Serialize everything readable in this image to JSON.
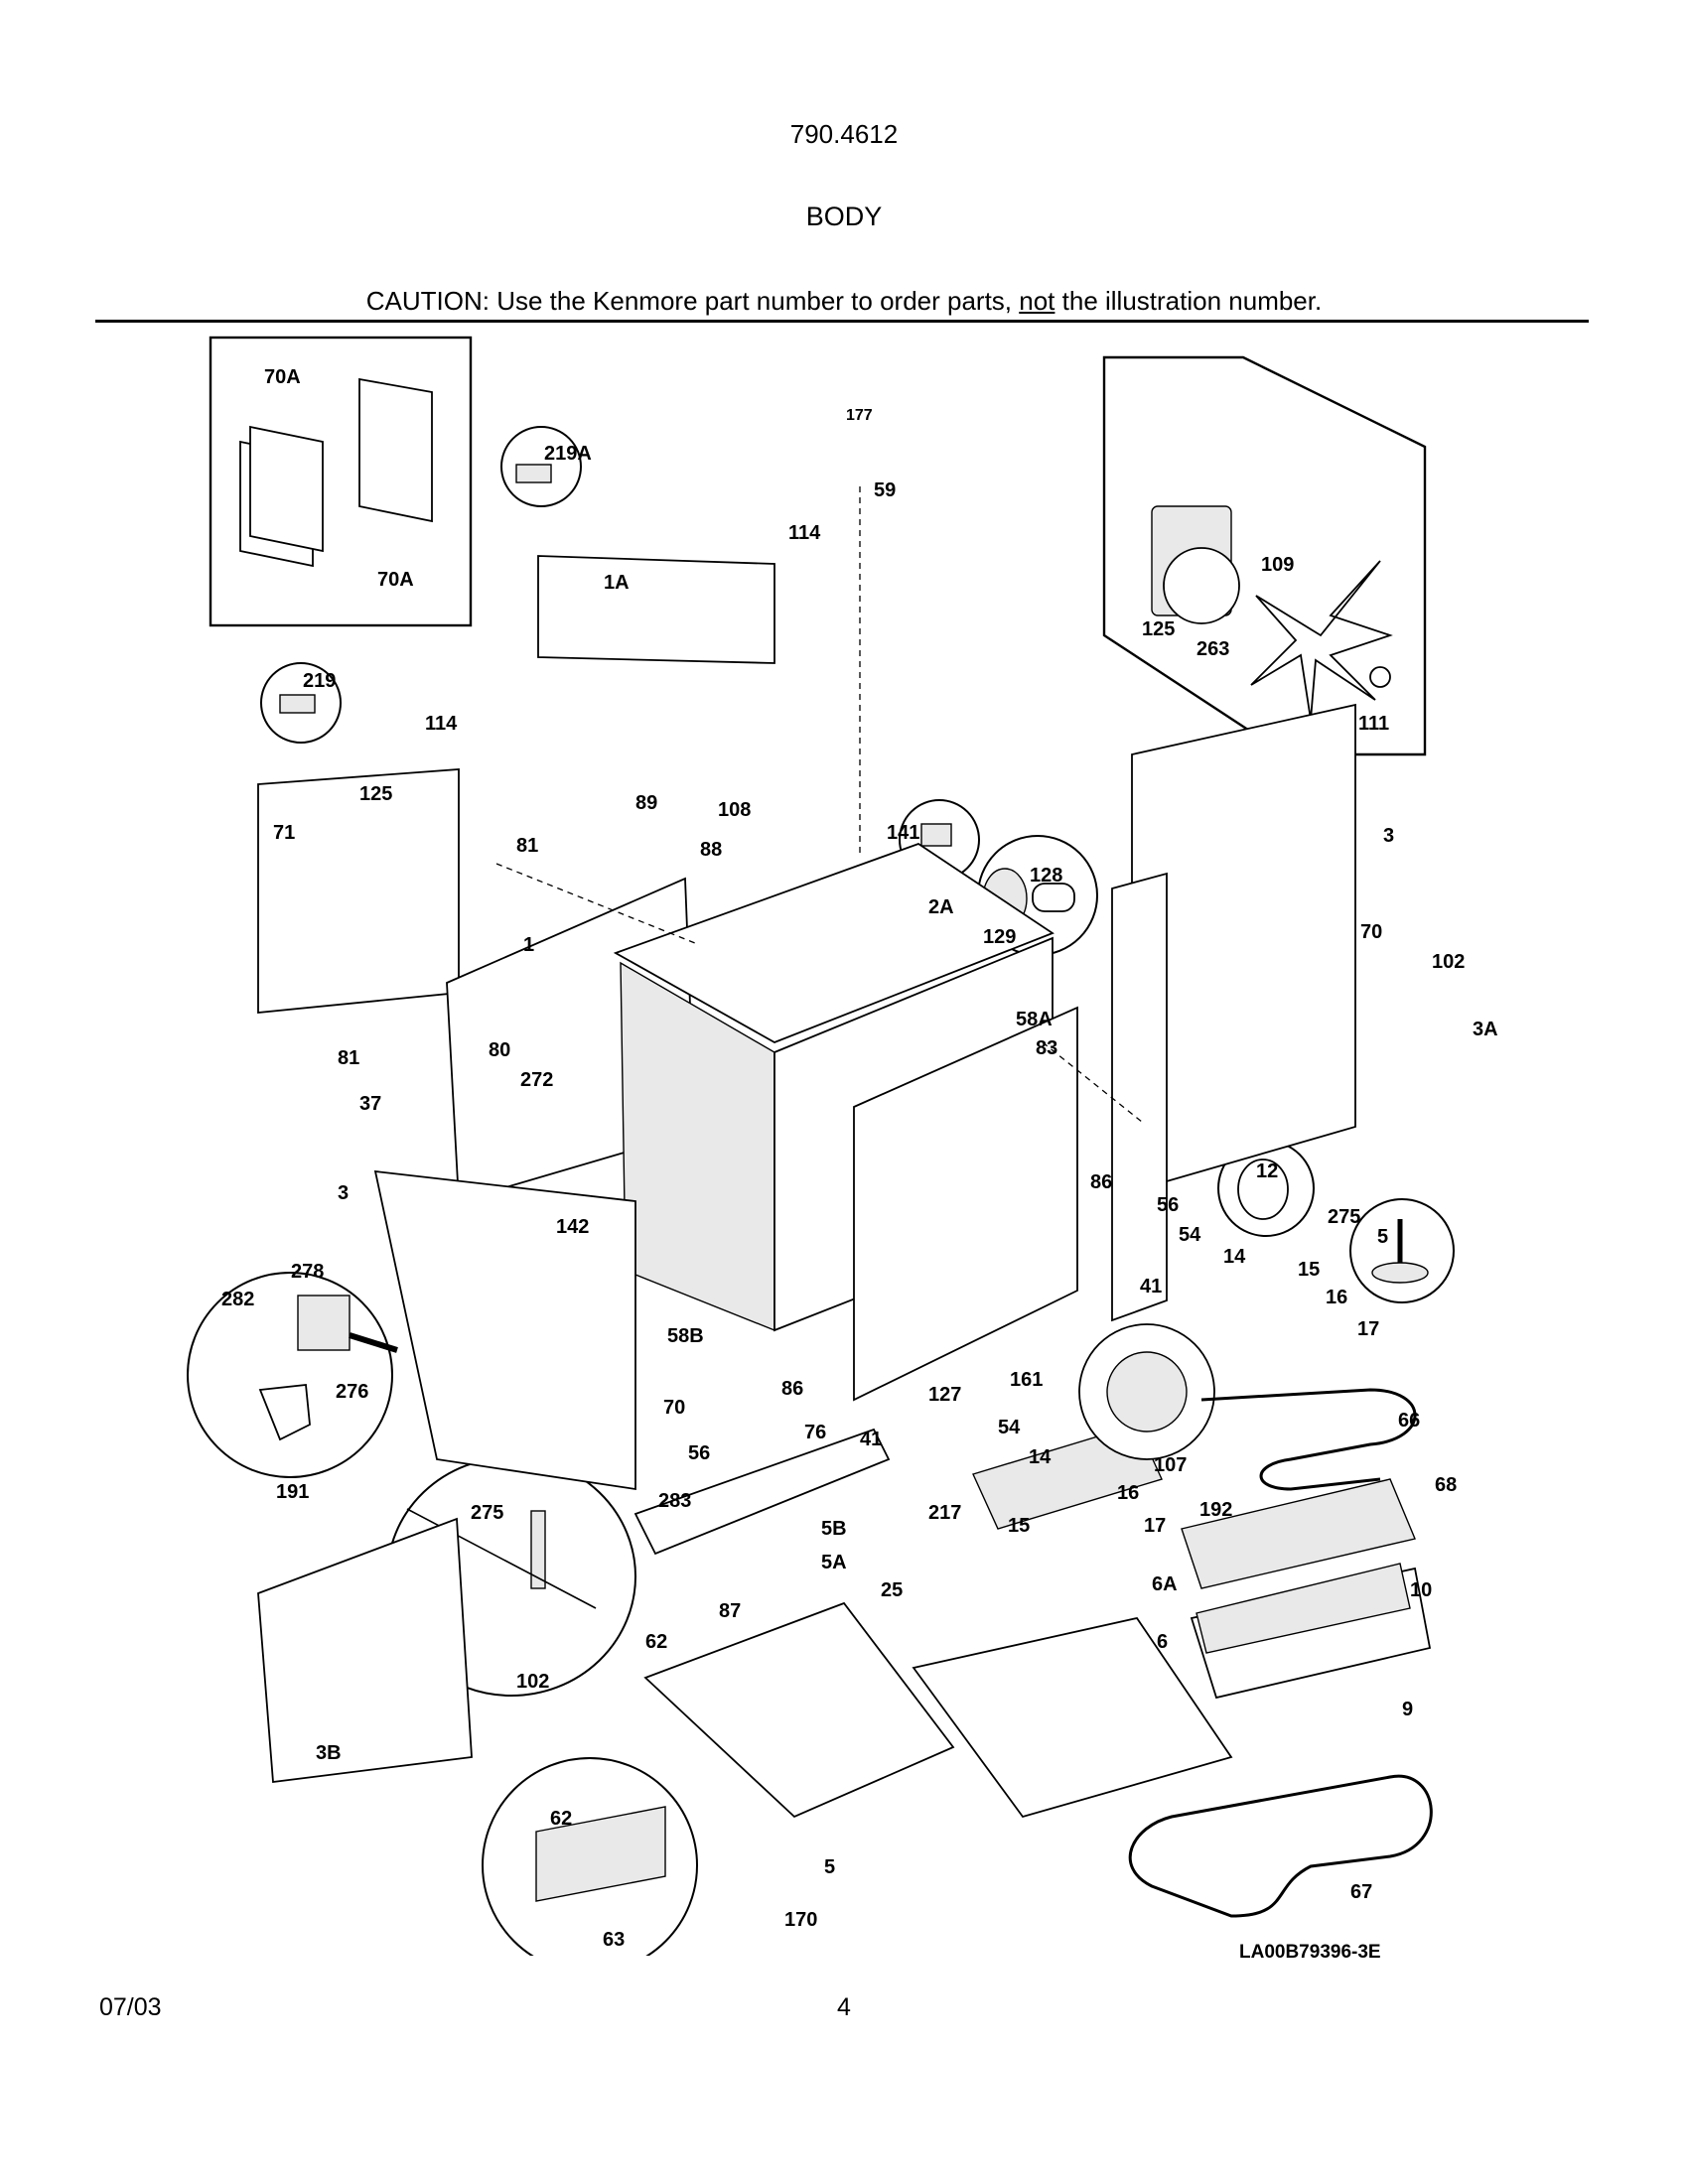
{
  "header": {
    "model": "790.4612",
    "section": "BODY",
    "caution_prefix": "CAUTION: Use the Kenmore part number to order parts, ",
    "caution_emphasis": "not",
    "caution_suffix": " the illustration number."
  },
  "diagram": {
    "callouts": {
      "c177": "177",
      "c59": "59",
      "c70A_1": "70A",
      "c70A_2": "70A",
      "c219A": "219A",
      "c219": "219",
      "c114_1": "114",
      "c114_2": "114",
      "c1A": "1A",
      "c125_a": "125",
      "c109": "109",
      "c263": "263",
      "c111": "111",
      "c125_b": "125",
      "c71": "71",
      "c81_1": "81",
      "c81_2": "81",
      "c1": "1",
      "c80": "80",
      "c272": "272",
      "c37": "37",
      "c89": "89",
      "c108": "108",
      "c88": "88",
      "c141": "141",
      "c128": "128",
      "c129": "129",
      "c2A": "2A",
      "c3": "3",
      "c70_r": "70",
      "c102_r": "102",
      "c3A": "3A",
      "c58A": "58A",
      "c83": "83",
      "c86_1": "86",
      "c12": "12",
      "c56_r": "56",
      "c275_r": "275",
      "c5_r": "5",
      "c54_1": "54",
      "c14_1": "14",
      "c15_1": "15",
      "c16_1": "16",
      "c17_1": "17",
      "c41_1": "41",
      "c3_l": "3",
      "c142": "142",
      "c278": "278",
      "c282": "282",
      "c276": "276",
      "c58B": "58B",
      "c70_l": "70",
      "c86_2": "86",
      "c127": "127",
      "c161": "161",
      "c76": "76",
      "c41_2": "41",
      "c56_l": "56",
      "c107": "107",
      "c66": "66",
      "c68": "68",
      "c54_2": "54",
      "c14_2": "14",
      "c16_2": "16",
      "c15_2": "15",
      "c17_2": "17",
      "c217": "217",
      "c192": "192",
      "c191": "191",
      "c275_l": "275",
      "c283": "283",
      "c5B": "5B",
      "c5A": "5A",
      "c87": "87",
      "c25": "25",
      "c6A": "6A",
      "c10": "10",
      "c62_1": "62",
      "c6": "6",
      "c102_l": "102",
      "c9": "9",
      "c3B": "3B",
      "c62_2": "62",
      "c5_b": "5",
      "c170": "170",
      "c63": "63",
      "c67": "67"
    }
  },
  "footer": {
    "reference": "LA00B79396-3E",
    "date": "07/03",
    "page": "4"
  }
}
